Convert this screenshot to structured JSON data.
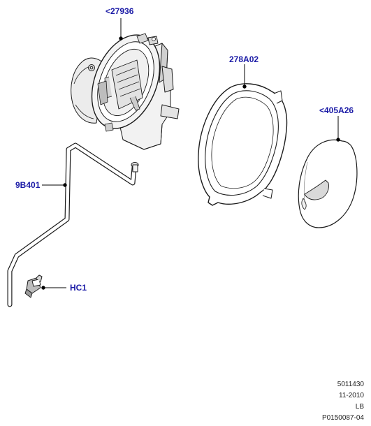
{
  "colors": {
    "callout_text": "#1a1aa6",
    "leader_line": "#000000",
    "part_outline": "#1c1c1c",
    "part_fill_light": "#ffffff",
    "part_fill_shade": "#e6e6e6",
    "part_fill_dark": "#9a9a9a"
  },
  "callouts": {
    "fuel_filler_housing": "<27936",
    "housing_seal": "278A02",
    "filler_flap_door": "<405A26",
    "drain_tube": "9B401",
    "clip": "HC1"
  },
  "footer": {
    "line1": "5011430",
    "line2": "11-2010",
    "line3": "LB",
    "line4": "P0150087-04"
  },
  "icons": {
    "fuel_filler_housing": "fuel-filler-housing-drawing",
    "housing_seal": "gasket-ring-drawing",
    "filler_flap_door": "filler-flap-door-drawing",
    "drain_tube": "drain-tube-drawing",
    "clip": "hose-clip-drawing"
  }
}
